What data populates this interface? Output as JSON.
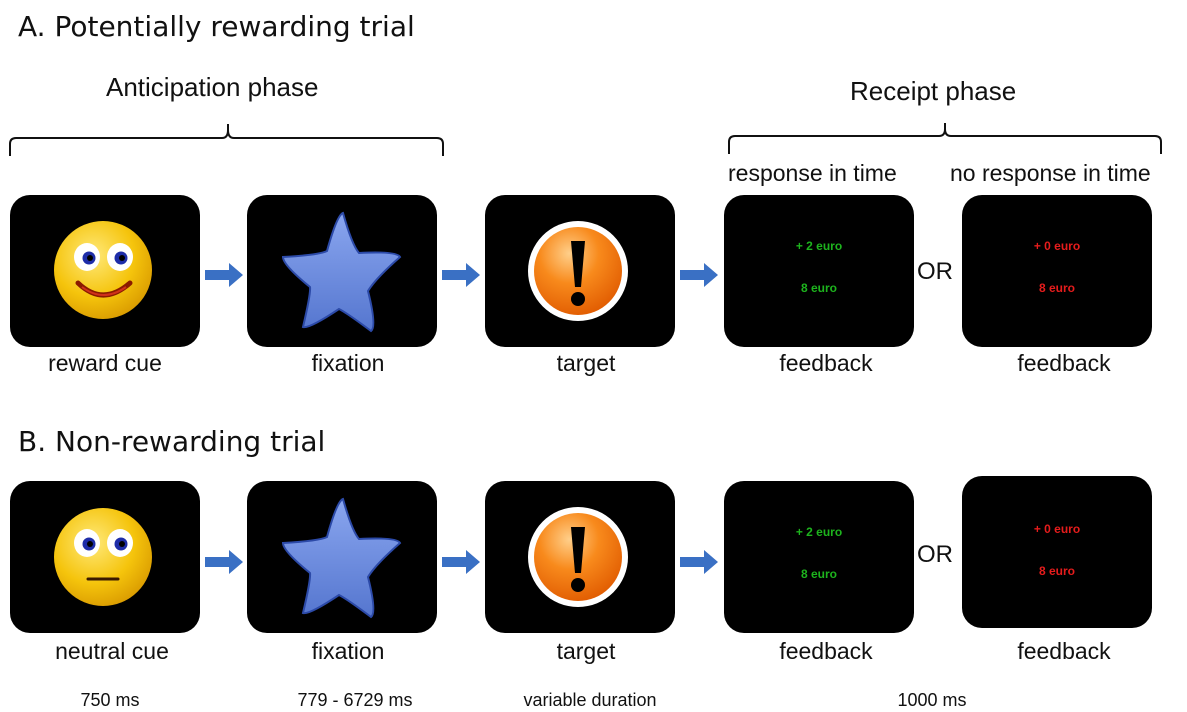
{
  "panel_a": {
    "title": "A. Potentially rewarding trial",
    "anticipation_label": "Anticipation phase",
    "receipt_label": "Receipt phase",
    "response_in_time": "response in time",
    "no_response_in_time": "no response in time",
    "labels": [
      "reward cue",
      "fixation",
      "target",
      "feedback",
      "feedback"
    ],
    "feedback_win": {
      "gain": "+ 2 euro",
      "total": "8 euro"
    },
    "feedback_miss": {
      "gain": "+ 0 euro",
      "total": "8 euro"
    },
    "or_label": "OR"
  },
  "panel_b": {
    "title": "B. Non-rewarding trial",
    "labels": [
      "neutral cue",
      "fixation",
      "target",
      "feedback",
      "feedback"
    ],
    "feedback_win": {
      "gain": "+ 2 euro",
      "total": "8 euro"
    },
    "feedback_miss": {
      "gain": "+ 0 euro",
      "total": "8 euro"
    },
    "or_label": "OR"
  },
  "durations": [
    "750 ms",
    "779 - 6729 ms",
    "variable duration",
    "1000 ms"
  ],
  "colors": {
    "screen": "#000000",
    "arrow": "#3a70c4",
    "gain_text": "#1db31d",
    "loss_text": "#e61c1c",
    "smiley": "#f2c20a",
    "star": "#6f8fe0",
    "target": "#f47a12"
  },
  "icons": [
    "smiley-happy-icon",
    "smiley-neutral-icon",
    "star-icon",
    "exclamation-target-icon",
    "arrow-right-icon"
  ]
}
